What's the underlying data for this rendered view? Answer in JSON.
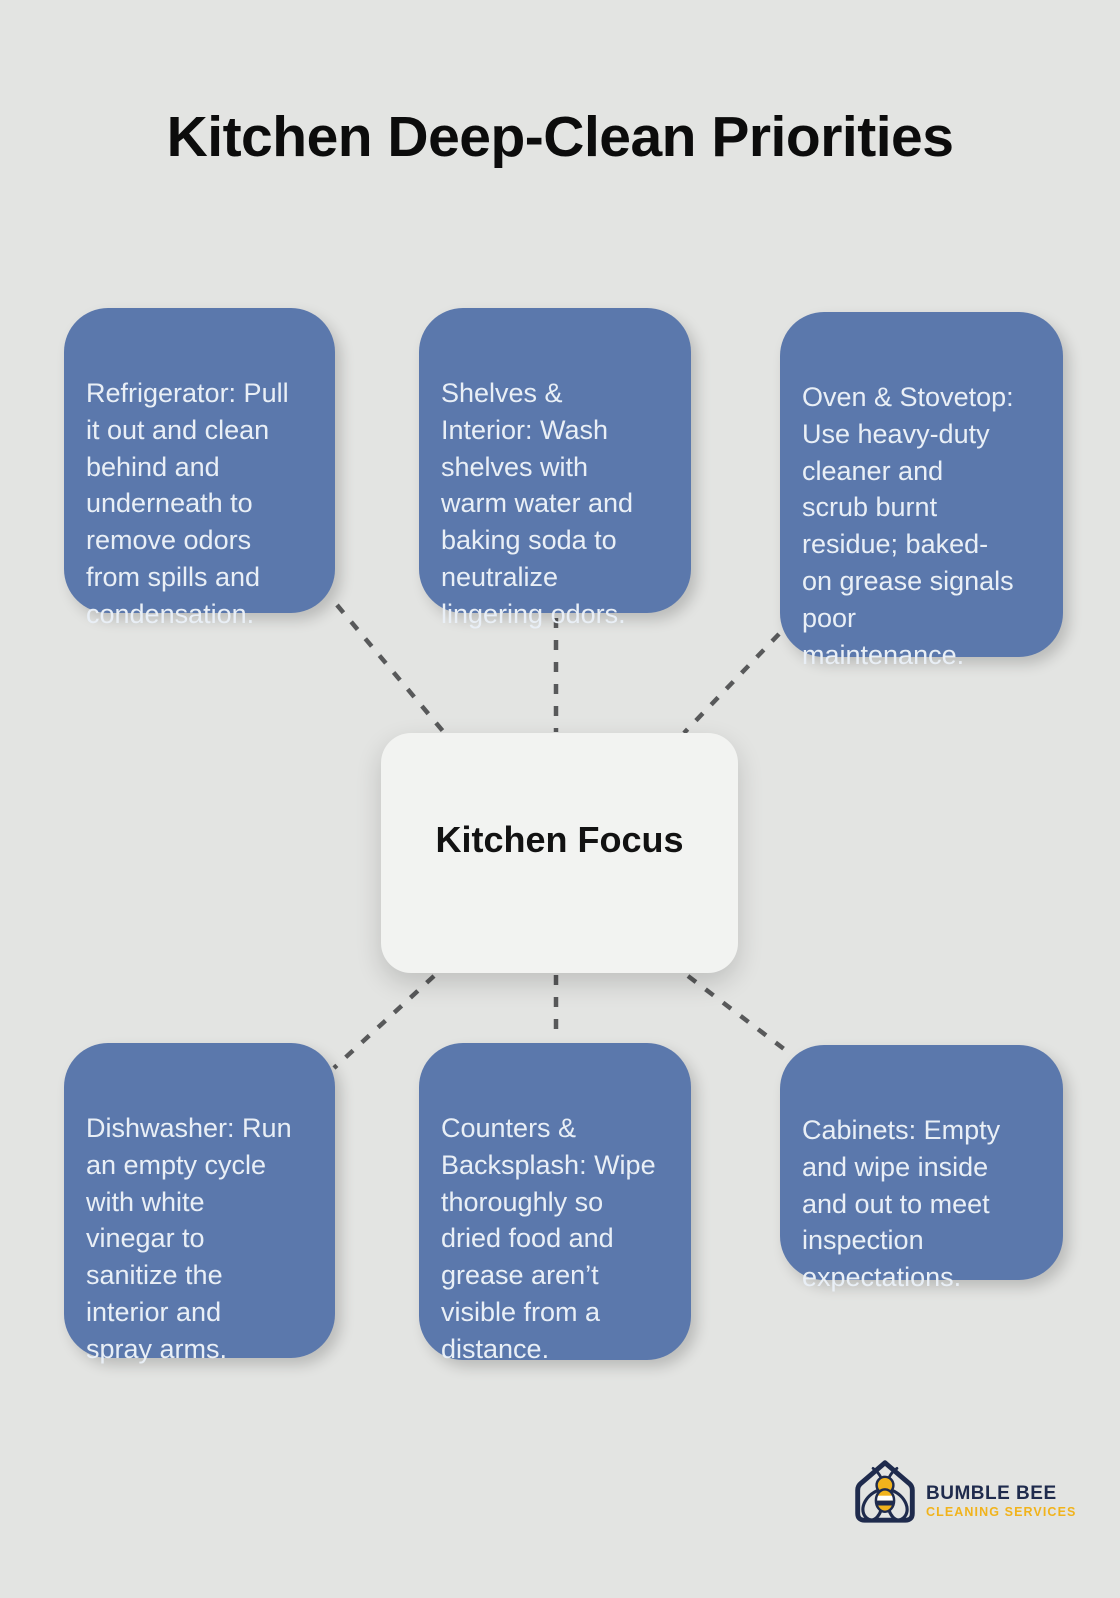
{
  "title": "Kitchen Deep-Clean Priorities",
  "center": {
    "label": "Kitchen Focus"
  },
  "cards": [
    {
      "name": "refrigerator",
      "text": "Refrigerator: Pull\nit out and clean\nbehind and\nunderneath to\nremove odors\nfrom spills and\ncondensation."
    },
    {
      "name": "shelves-interior",
      "text": "Shelves &\nInterior: Wash\nshelves with\nwarm water and\nbaking soda to\nneutralize\nlingering odors."
    },
    {
      "name": "oven-stovetop",
      "text": "Oven & Stovetop:\nUse heavy-duty\ncleaner and\nscrub burnt\nresidue; baked-\non grease signals\npoor\nmaintenance."
    },
    {
      "name": "dishwasher",
      "text": "Dishwasher: Run\nan empty cycle\nwith white\nvinegar to\nsanitize the\ninterior and\nspray arms."
    },
    {
      "name": "counters-backsplash",
      "text": "Counters &\nBacksplash: Wipe\nthoroughly so\ndried food and\ngrease aren’t\nvisible from a\ndistance."
    },
    {
      "name": "cabinets",
      "text": "Cabinets: Empty\nand wipe inside\nand out to meet\ninspection\nexpectations."
    }
  ],
  "logo": {
    "brand": "BUMBLE BEE",
    "tagline": "CLEANING SERVICES",
    "icon": "bee-in-house-icon"
  },
  "colors": {
    "canvas_bg": "#e3e4e2",
    "card_bg": "#5b78ac",
    "card_text": "#e9eff6",
    "center_bg": "#f2f3f1",
    "connector": "#58595a",
    "title_text": "#0c0c0c",
    "logo_navy": "#1f2b4d",
    "logo_gold": "#f1b31c"
  }
}
